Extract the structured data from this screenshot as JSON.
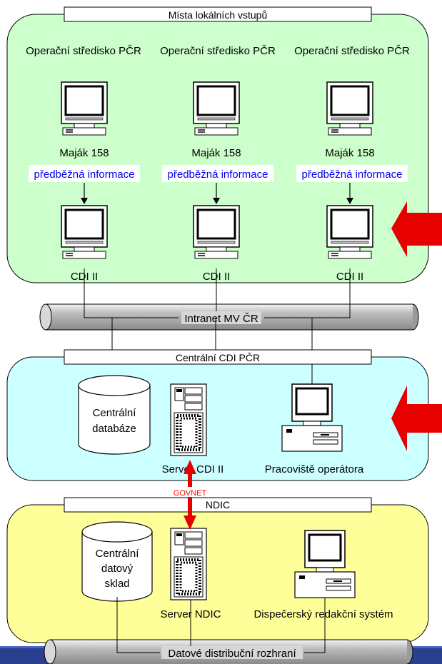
{
  "zones": {
    "local": {
      "title": "Místa lokálních vstupů",
      "fill": "#ccffcc"
    },
    "central": {
      "title": "Centrální CDI PČR",
      "fill": "#ccffff"
    },
    "ndic": {
      "title": "NDIC",
      "fill": "#ffff99"
    }
  },
  "local_sites": [
    {
      "title": "Operační středisko PČR",
      "source_label": "Maják 158",
      "info_label": "předběžná informace",
      "target_label": "CDI II"
    },
    {
      "title": "Operační středisko PČR",
      "source_label": "Maják 158",
      "info_label": "předběžná informace",
      "target_label": "CDI II"
    },
    {
      "title": "Operační středisko PČR",
      "source_label": "Maják 158",
      "info_label": "předběžná informace",
      "target_label": "CDI II"
    }
  ],
  "networks": {
    "intranet": "Intranet MV ČR",
    "distribution": "Datové distribuční rozhraní"
  },
  "central": {
    "database_line1": "Centrální",
    "database_line2": "databáze",
    "server_label": "Server CDI II",
    "workstation_label": "Pracoviště operátora"
  },
  "link": {
    "label": "GOVNET",
    "color": "#ff0000"
  },
  "ndic": {
    "warehouse_line1": "Centrální",
    "warehouse_line2": "datový",
    "warehouse_line3": "sklad",
    "server_label": "Server NDIC",
    "system_label": "Dispečerský redakční systém"
  },
  "colors": {
    "highlight_arrow": "#e60000",
    "info_text": "#0000ee",
    "footer_bar": "#2b3f8f"
  }
}
